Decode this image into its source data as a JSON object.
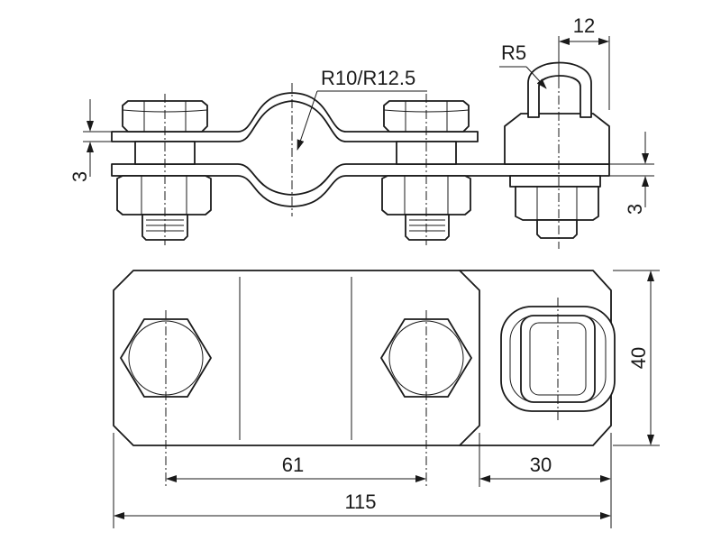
{
  "dimensions": {
    "top_width": "12",
    "radius_small": "R5",
    "radius_clamp": "R10/R12.5",
    "strip_left": "3",
    "strip_right": "3",
    "height": "40",
    "hole_spacing": "61",
    "lug_width": "30",
    "total_length": "115"
  }
}
